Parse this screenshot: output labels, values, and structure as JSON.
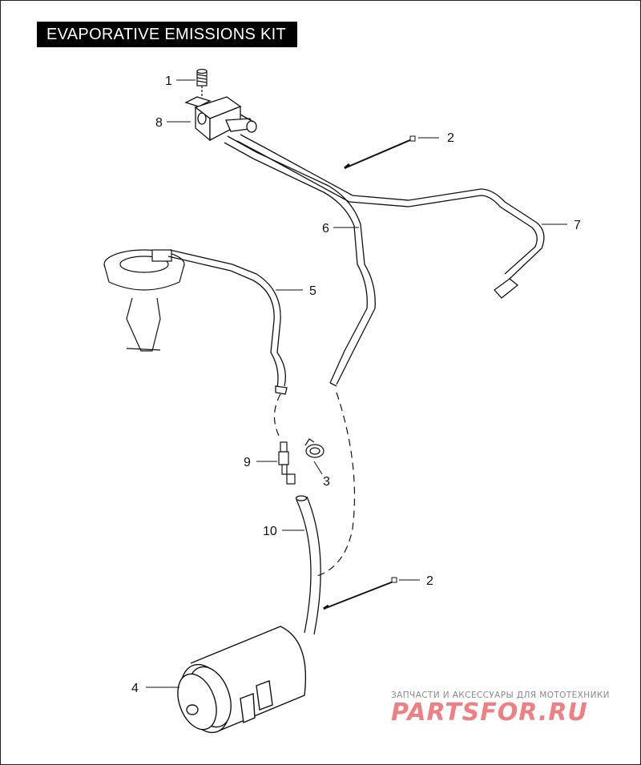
{
  "title": "EVAPORATIVE EMISSIONS KIT",
  "callouts": {
    "c1": "1",
    "c2a": "2",
    "c2b": "2",
    "c3": "3",
    "c4": "4",
    "c5": "5",
    "c6": "6",
    "c7": "7",
    "c8": "8",
    "c9": "9",
    "c10": "10"
  },
  "watermark": {
    "tagline": "ЗАПЧАСТИ И АКСЕССУАРЫ ДЛЯ МОТОТЕХНИКИ",
    "logo": "PARTSFOR.RU"
  },
  "colors": {
    "line": "#111111",
    "watermark_text": "#8a8a8a",
    "watermark_logo": "#ef7f83"
  }
}
